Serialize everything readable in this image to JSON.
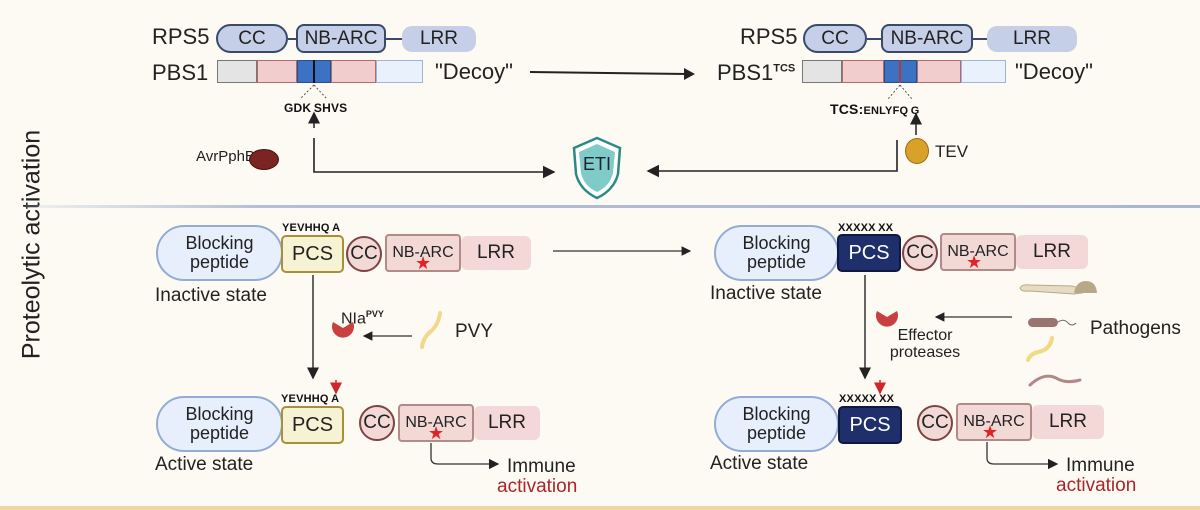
{
  "side_title": "Proteolytic activation",
  "top_section": {
    "left": {
      "receptor_label": "RPS5",
      "domains": {
        "cc": "CC",
        "nbarc": "NB-ARC",
        "lrr": "LRR"
      },
      "decoy_protein": "PBS1",
      "decoy_superscript": "",
      "decoy_tag": "\"Decoy\"",
      "cleavage_site": {
        "prefix": "",
        "left": "GDK",
        "right": "SHVS"
      },
      "protease_label": "AvrPphB",
      "protease_color": "#7a2424"
    },
    "right": {
      "receptor_label": "RPS5",
      "domains": {
        "cc": "CC",
        "nbarc": "NB-ARC",
        "lrr": "LRR"
      },
      "decoy_protein": "PBS1",
      "decoy_superscript": "TCS",
      "decoy_tag": "\"Decoy\"",
      "cleavage_site": {
        "prefix": "TCS:",
        "left": "ENLYFQ",
        "right": "G"
      },
      "protease_label": "TEV",
      "protease_color": "#d9a12a"
    },
    "outcome": "ETI",
    "shield_color": "#7ecbc8"
  },
  "bottom_section": {
    "left": {
      "inactive": {
        "blocking_peptide": "Blocking peptide",
        "pcs": "PCS",
        "pcs_sequence": {
          "left": "YEVHHQ",
          "right": "A"
        },
        "domains": {
          "cc": "CC",
          "nbarc": "NB-ARC",
          "lrr": "LRR"
        },
        "state_label": "Inactive state"
      },
      "protease": {
        "name": "NIa",
        "superscript": "PVY"
      },
      "pathogen_label": "PVY",
      "active": {
        "blocking_peptide": "Blocking peptide",
        "pcs": "PCS",
        "pcs_sequence": {
          "left": "YEVHHQ",
          "right": "A"
        },
        "domains": {
          "cc": "CC",
          "nbarc": "NB-ARC",
          "lrr": "LRR"
        },
        "state_label": "Active state"
      },
      "result": {
        "line1": "Immune",
        "line2": "activation"
      }
    },
    "right": {
      "inactive": {
        "blocking_peptide": "Blocking peptide",
        "pcs": "PCS",
        "pcs_sequence": {
          "left": "XXXXX",
          "right": "XX"
        },
        "domains": {
          "cc": "CC",
          "nbarc": "NB-ARC",
          "lrr": "LRR"
        },
        "state_label": "Inactive state"
      },
      "protease_label": "Effector proteases",
      "pathogen_label": "Pathogens",
      "active": {
        "blocking_peptide": "Blocking peptide",
        "pcs": "PCS",
        "pcs_sequence": {
          "left": "XXXXX",
          "right": "XX"
        },
        "domains": {
          "cc": "CC",
          "nbarc": "NB-ARC",
          "lrr": "LRR"
        },
        "state_label": "Active state"
      },
      "result": {
        "line1": "Immune",
        "line2": "activation"
      }
    }
  },
  "colors": {
    "activation_text": "#a8262a",
    "pcs_native": "#f6f3d4",
    "pcs_synthetic": "#1f2f6b",
    "cleavage_arrow": "#d0262b"
  }
}
